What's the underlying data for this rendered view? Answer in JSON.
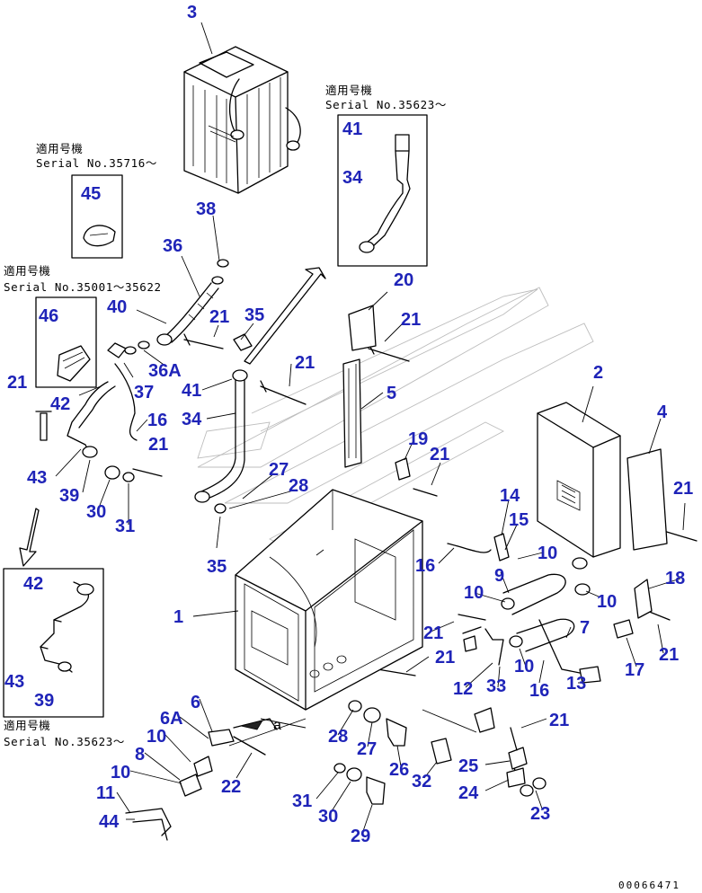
{
  "callouts": {
    "c3": "3",
    "c41a": "41",
    "c34a": "34",
    "c45": "45",
    "c38": "38",
    "c36": "36",
    "c46": "46",
    "c40": "40",
    "c21a": "21",
    "c35a": "35",
    "c20": "20",
    "c21b": "21",
    "c21c": "21",
    "c36a": "36A",
    "c37": "37",
    "c42a": "42",
    "c16a": "16",
    "c21d": "21",
    "c43a": "43",
    "c39a": "39",
    "c30a": "30",
    "c31a": "31",
    "c41b": "41",
    "c34b": "34",
    "c21e": "21",
    "c5": "5",
    "c2": "2",
    "c4": "4",
    "c19": "19",
    "c21f": "21",
    "c27a": "27",
    "c28a": "28",
    "c21g": "21",
    "c14": "14",
    "c15": "15",
    "c16b": "16",
    "c9": "9",
    "c10a": "10",
    "c35b": "35",
    "c42b": "42",
    "c18": "18",
    "c10b": "10",
    "c10c": "10",
    "c7": "7",
    "c1": "1",
    "c21h": "21",
    "c21i": "21",
    "c17": "17",
    "c21j": "21",
    "c10d": "10",
    "c43b": "43",
    "c39b": "39",
    "c12": "12",
    "c33": "33",
    "c16c": "16",
    "c13": "13",
    "c6": "6",
    "c6a": "6A",
    "c10e": "10",
    "c8": "8",
    "c28b": "28",
    "c27b": "27",
    "c21k": "21",
    "c10f": "10",
    "c22": "22",
    "c26": "26",
    "c32": "32",
    "c25": "25",
    "c24": "24",
    "c11": "11",
    "c31b": "31",
    "c30b": "30",
    "c29": "29",
    "c23": "23",
    "c44": "44"
  },
  "notes": {
    "n1_jp": "適用号機",
    "n1_serial": "Serial No.35623～",
    "n2_jp": "適用号機",
    "n2_serial": "Serial No.35716～",
    "n3_jp": "適用号機",
    "n3_serial": "Serial No.35001～35622",
    "n4_jp": "適用号機",
    "n4_serial": "Serial No.35623～"
  },
  "marker_a": "a",
  "doc_number": "00066471",
  "colors": {
    "callout": "#1f24b8",
    "line": "#000000",
    "background": "#ffffff"
  }
}
